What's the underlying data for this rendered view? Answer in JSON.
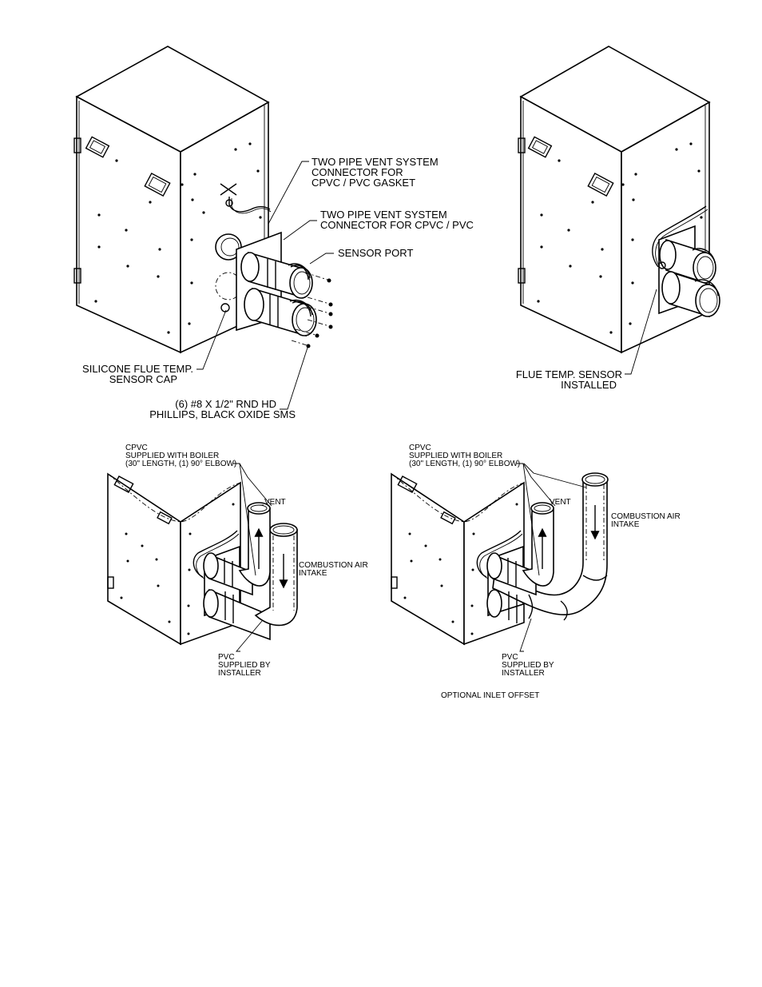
{
  "figure_a": {
    "label_vent_gasket": [
      "TWO PIPE VENT SYSTEM",
      "CONNECTOR FOR",
      "CPVC / PVC GASKET"
    ],
    "label_vent_connector": [
      "TWO PIPE VENT SYSTEM",
      "CONNECTOR FOR CPVC / PVC"
    ],
    "label_sensor_port": "SENSOR PORT",
    "label_sensor_cap": [
      "SILICONE FLUE TEMP.",
      "SENSOR CAP"
    ],
    "label_screws": [
      "(6) #8 X 1/2\" RND HD",
      "PHILLIPS, BLACK OXIDE SMS"
    ]
  },
  "figure_b": {
    "label_sensor_installed": [
      "FLUE TEMP. SENSOR",
      "INSTALLED"
    ]
  },
  "figure_c": {
    "label_cpvc": [
      "CPVC",
      "SUPPLIED WITH BOILER",
      "(30\" LENGTH, (1) 90° ELBOW)"
    ],
    "label_vent": "VENT",
    "label_intake": [
      "COMBUSTION AIR",
      "INTAKE"
    ],
    "label_pvc": [
      "PVC",
      "SUPPLIED BY",
      "INSTALLER"
    ]
  },
  "figure_d": {
    "label_cpvc": [
      "CPVC",
      "SUPPLIED WITH BOILER",
      "(30\" LENGTH, (1) 90° ELBOW)"
    ],
    "label_vent": "VENT",
    "label_intake": [
      "COMBUSTION AIR",
      "INTAKE"
    ],
    "label_pvc": [
      "PVC",
      "SUPPLIED BY",
      "INSTALLER"
    ],
    "caption": "OPTIONAL INLET OFFSET"
  }
}
